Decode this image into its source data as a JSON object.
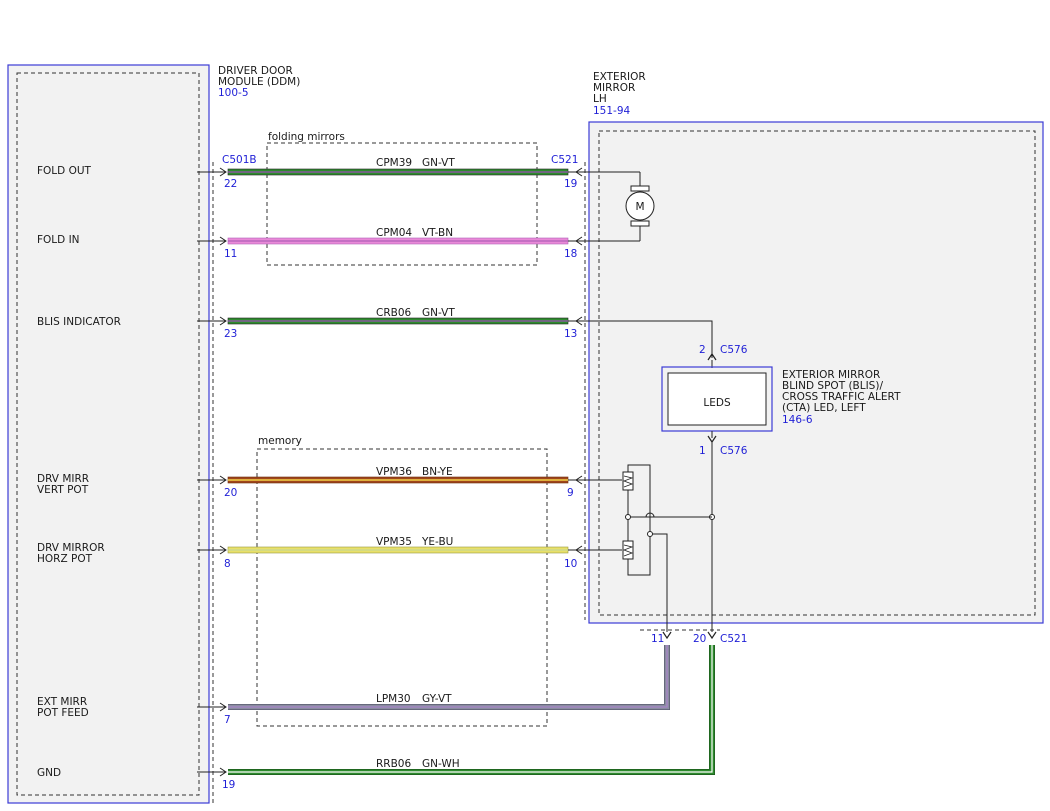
{
  "ddm": {
    "name_line1": "DRIVER DOOR",
    "name_line2": "MODULE (DDM)",
    "ref": "100-5",
    "connector": "C501B",
    "pins": [
      {
        "label1": "FOLD OUT",
        "label2": "",
        "pin": "22"
      },
      {
        "label1": "FOLD IN",
        "label2": "",
        "pin": "11"
      },
      {
        "label1": "BLIS INDICATOR",
        "label2": "",
        "pin": "23"
      },
      {
        "label1": "DRV MIRR",
        "label2": "VERT POT",
        "pin": "20"
      },
      {
        "label1": "DRV MIRROR",
        "label2": "HORZ POT",
        "pin": "8"
      },
      {
        "label1": "EXT MIRR",
        "label2": "POT FEED",
        "pin": "7"
      },
      {
        "label1": "GND",
        "label2": "",
        "pin": "19"
      }
    ]
  },
  "mirror": {
    "name_line1": "EXTERIOR",
    "name_line2": "MIRROR",
    "name_line3": "LH",
    "ref": "151-94",
    "connector": "C521",
    "pins": [
      "19",
      "18",
      "13",
      "9",
      "10"
    ],
    "bottom_pin_a": "11",
    "bottom_pin_b": "20",
    "motor_label": "M"
  },
  "groups": {
    "folding": "folding mirrors",
    "memory": "memory"
  },
  "wires": [
    {
      "circuit": "CPM39",
      "color": "GN-VT",
      "base": "#2e8b2e",
      "stripe": "#9b4fb5"
    },
    {
      "circuit": "CPM04",
      "color": "VT-BN",
      "base": "#e98ad8",
      "stripe": "#b060b8"
    },
    {
      "circuit": "CRB06",
      "color": "GN-VT",
      "base": "#2e8b2e",
      "stripe": "#9b4fb5"
    },
    {
      "circuit": "VPM36",
      "color": "BN-YE",
      "base": "#a0461b",
      "stripe": "#f3d34a"
    },
    {
      "circuit": "VPM35",
      "color": "YE-BU",
      "base": "#e8e06a",
      "stripe": "#c8d690"
    },
    {
      "circuit": "LPM30",
      "color": "GY-VT",
      "base": "#8a8ca0",
      "stripe": "#a886c8"
    },
    {
      "circuit": "RRB06",
      "color": "GN-WH",
      "base": "#2e8b2e",
      "stripe": "#ffffff"
    }
  ],
  "led": {
    "label": "LEDS",
    "connector": "C576",
    "pin_top": "2",
    "pin_bottom": "1",
    "desc_line1": "EXTERIOR MIRROR",
    "desc_line2": "BLIND SPOT (BLIS)/",
    "desc_line3": "CROSS TRAFFIC ALERT",
    "desc_line4": "(CTA) LED, LEFT",
    "ref": "146-6"
  },
  "colors": {
    "module_border": "#3b3bd6",
    "connector_text": "#1f1fd6"
  }
}
